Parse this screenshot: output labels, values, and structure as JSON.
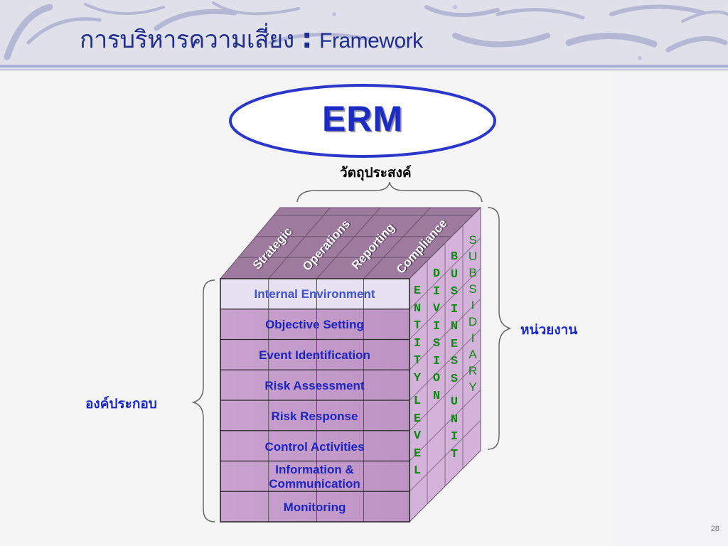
{
  "title": {
    "thai": "การบริหารความเสี่ยง",
    "colon": ":",
    "english": "Framework"
  },
  "diagram": {
    "erm_label": "ERM",
    "objectives_label": "วัตถุประสงค์",
    "units_label": "หน่วยงาน",
    "components_label": "องค์ประกอบ",
    "objectives": [
      "Strategic",
      "Operations",
      "Reporting",
      "Compliance"
    ],
    "components": [
      "Internal Environment",
      "Objective  Setting",
      "Event  Identification",
      "Risk  Assessment",
      "Risk  Response",
      "Control  Activities",
      "Information & Communication",
      "Monitoring"
    ],
    "units": [
      "ENTITY LEVEL",
      "DIVISION",
      "BUSINESS UNIT",
      "SUBSIDIARY"
    ],
    "colors": {
      "front_face": "#c39ac9",
      "first_row": "#e7e1f1",
      "top_face": "#9d7a9e",
      "side_face": "#d3b3d9",
      "component_text": "#1c24c0",
      "unit_text": "#0c8a10",
      "title_text": "#1f2d8c"
    }
  },
  "page_number": "28"
}
